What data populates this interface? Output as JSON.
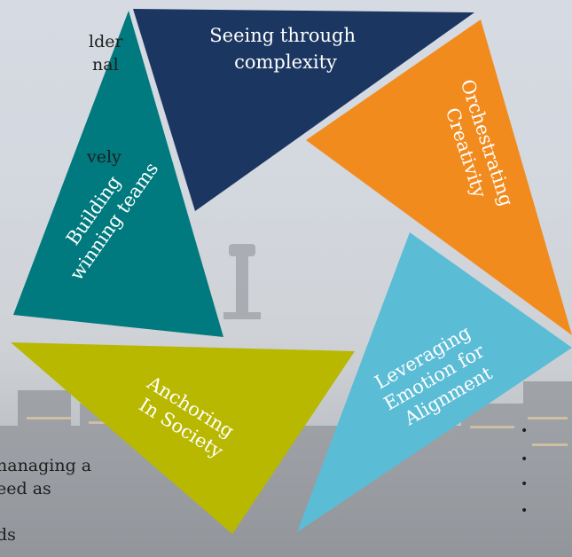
{
  "background": {
    "left_text_top": [
      "lder",
      "nal",
      "",
      "vely"
    ],
    "left_text_bottom": [
      "nanaging a",
      "eed as",
      "",
      "ds"
    ]
  },
  "segments": [
    {
      "id": "complexity",
      "color": "#1b3660",
      "lines": [
        "Seeing through",
        "complexity"
      ]
    },
    {
      "id": "creativity",
      "color": "#f28b1e",
      "lines": [
        "Orchestrating",
        "Creativity"
      ]
    },
    {
      "id": "emotion",
      "color": "#5bbcd6",
      "lines": [
        "Leveraging",
        "Emotion for",
        "Alignment"
      ]
    },
    {
      "id": "society",
      "color": "#b8b800",
      "lines": [
        "Anchoring",
        "In Society"
      ]
    },
    {
      "id": "teams",
      "color": "#007a7e",
      "lines": [
        "Building",
        "winning teams"
      ]
    }
  ],
  "bullets": [
    "•",
    "•",
    "•",
    "•"
  ]
}
